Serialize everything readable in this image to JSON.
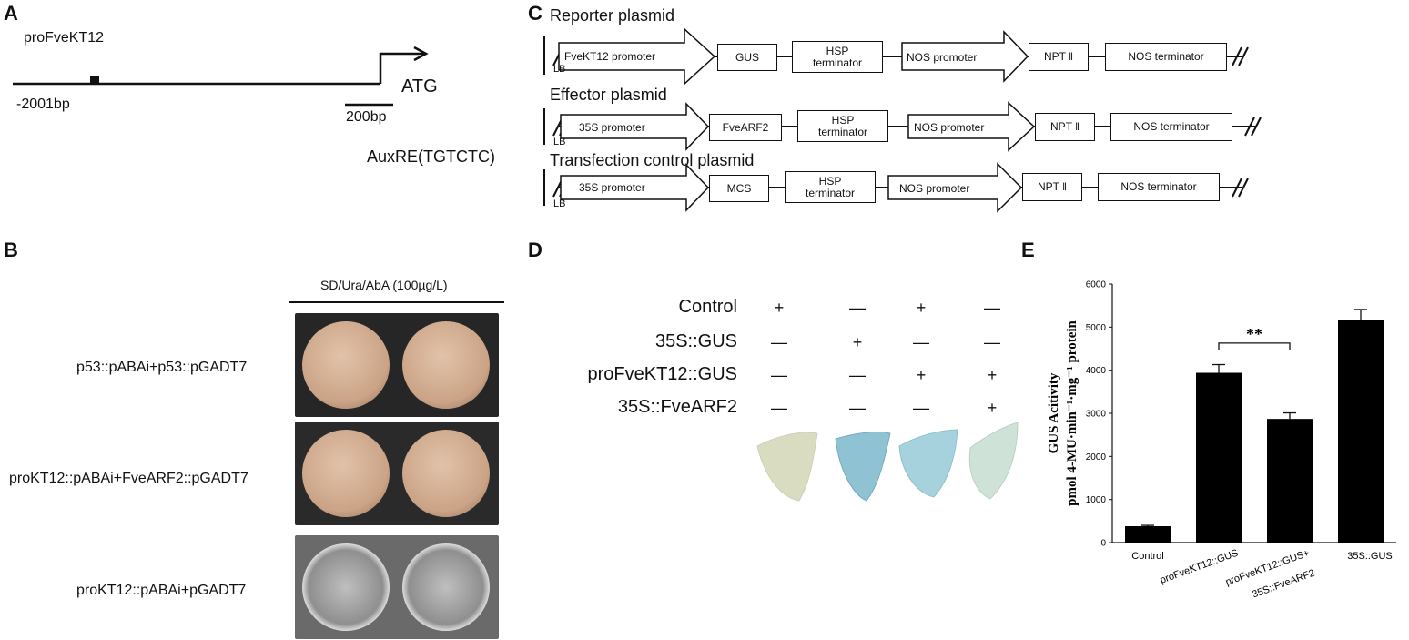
{
  "panels": {
    "a": "A",
    "b": "B",
    "c": "C",
    "d": "D",
    "e": "E"
  },
  "panelA": {
    "promoter_name": "proFveKT12",
    "start_pos": "-2001bp",
    "atg": "ATG",
    "scale": "200bp",
    "legend": "AuxRE(TGTCTC)"
  },
  "panelC": {
    "reporter": {
      "title": "Reporter plasmid",
      "lb": "LB",
      "promoter": "FveKT12 promoter",
      "gene": "GUS",
      "hsp": "HSP terminator",
      "nos_promoter": "NOS promoter",
      "npt": "NPT ‖",
      "nos_terminator": "NOS terminator"
    },
    "effector": {
      "title": "Effector plasmid",
      "lb": "LB",
      "promoter": "35S promoter",
      "gene": "FveARF2",
      "hsp": "HSP terminator",
      "nos_promoter": "NOS promoter",
      "npt": "NPT ‖",
      "nos_terminator": "NOS terminator"
    },
    "control": {
      "title": "Transfection control plasmid",
      "lb": "LB",
      "promoter": "35S promoter",
      "gene": "MCS",
      "hsp": "HSP terminator",
      "nos_promoter": "NOS promoter",
      "npt": "NPT ‖",
      "nos_terminator": "NOS terminator"
    }
  },
  "panelB": {
    "header": "SD/Ura/AbA (100µg/L)",
    "rows": [
      "p53::pABAi+p53::pGADT7",
      "proKT12::pABAi+FveARF2::pGADT7",
      "proKT12::pABAi+pGADT7"
    ]
  },
  "panelD": {
    "rows": [
      {
        "label": "Control",
        "marks": [
          "+",
          "—",
          "+",
          "—"
        ]
      },
      {
        "label": "35S::GUS",
        "marks": [
          "—",
          "+",
          "—",
          "—"
        ]
      },
      {
        "label": "proFveKT12::GUS",
        "marks": [
          "—",
          "—",
          "+",
          "+"
        ]
      },
      {
        "label": "35S::FveARF2",
        "marks": [
          "—",
          "—",
          "—",
          "+"
        ]
      }
    ],
    "leaf_colors": [
      "#d9dcc0",
      "#8fc2d3",
      "#a6d2de",
      "#cfe2d8"
    ]
  },
  "chart_data": {
    "type": "bar",
    "categories": [
      "Control",
      "proFveKT12::GUS",
      "proFveKT12::GUS+ 35S::FveARF2",
      "35S::GUS"
    ],
    "category_lines": [
      [
        "Control"
      ],
      [
        "proFveKT12::GUS"
      ],
      [
        "proFveKT12::GUS+",
        "35S::FveARF2"
      ],
      [
        "35S::GUS"
      ]
    ],
    "values": [
      380,
      3940,
      2870,
      5160
    ],
    "errors": [
      20,
      190,
      140,
      250
    ],
    "ylim": [
      0,
      6000
    ],
    "yticks": [
      0,
      1000,
      2000,
      3000,
      4000,
      5000,
      6000
    ],
    "ylabel_line1": "GUS Acitivity",
    "ylabel_line2": "pmol 4-MU·min⁻¹·mg⁻¹ protein",
    "significance": "**",
    "sig_between": [
      1,
      2
    ],
    "bar_color": "#000000"
  }
}
